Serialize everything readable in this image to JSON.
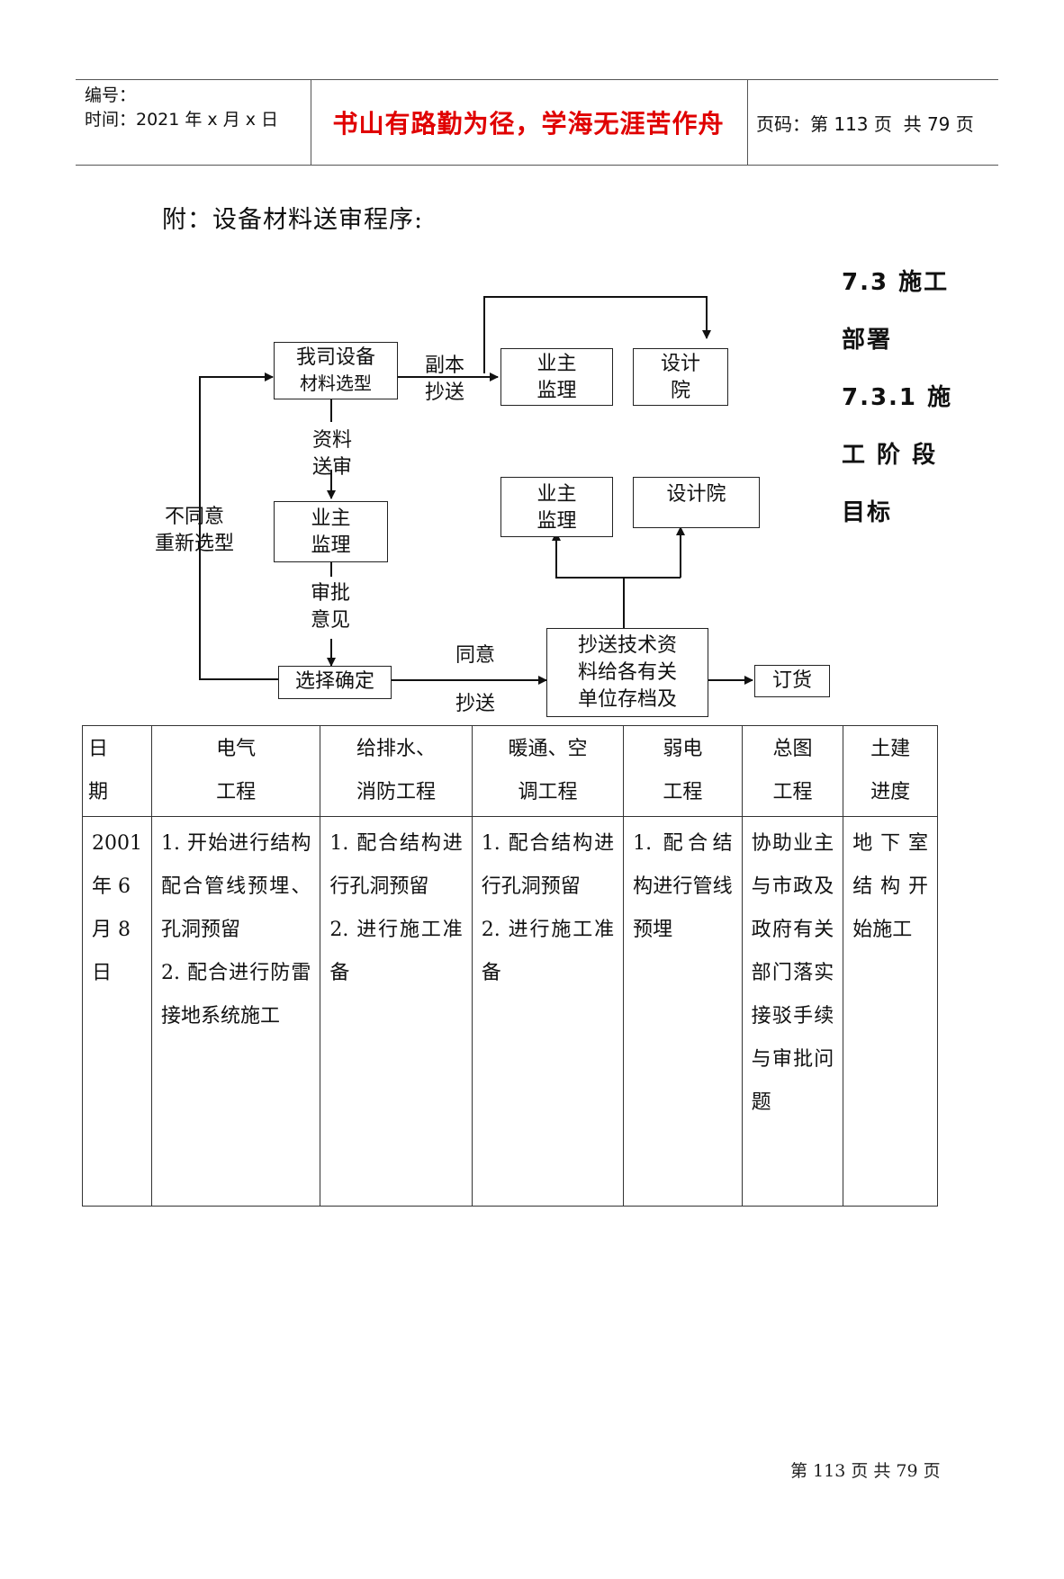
{
  "header": {
    "number_label": "编号：",
    "time_label": "时间：2021 年 x 月 x 日",
    "motto": "书山有路勤为径，学海无涯苦作舟",
    "page_code": "页码：第 113 页  共 79 页"
  },
  "appendix_title": "附：设备材料送审程序:",
  "side_heading": [
    "7.3 施工",
    "部署",
    "7.3.1 施",
    "工 阶 段",
    "目标"
  ],
  "flowchart": {
    "select": [
      "我司设备",
      "材料选型"
    ],
    "copy_label": [
      "副本",
      "抄送"
    ],
    "owner_supervisor_1": [
      "业主",
      "监理"
    ],
    "design_institute_1": [
      "设计",
      "院"
    ],
    "submit_label": [
      "资料",
      "送审"
    ],
    "owner_supervisor_2": [
      "业主",
      "监理"
    ],
    "disagree_label": [
      "不同意",
      "重新选型"
    ],
    "approval_label": [
      "审批",
      "意见"
    ],
    "decide": "选择确定",
    "agree_label": "同意",
    "copy_send_label": "抄送",
    "distribute": [
      "抄送技术资",
      "料给各有关",
      "单位存档及"
    ],
    "order": "订货",
    "owner_supervisor_3": [
      "业主",
      "监理"
    ],
    "design_institute_2": "设计院"
  },
  "table": {
    "headers": [
      [
        "日",
        "期"
      ],
      [
        "电气",
        "工程"
      ],
      [
        "给排水、",
        "消防工程"
      ],
      [
        "暖通、空",
        "调工程"
      ],
      [
        "弱电",
        "工程"
      ],
      [
        "总图",
        "工程"
      ],
      [
        "土建",
        "进度"
      ]
    ],
    "row": {
      "date": [
        "2001",
        "年 6",
        "月 8",
        "日"
      ],
      "electrical": [
        "1. 开始进行结构配合管线预埋、孔洞预留",
        "2. 配合进行防雷接地系统施工"
      ],
      "water": [
        "1. 配合结构进行孔洞预留",
        "2. 进行施工准备"
      ],
      "hvac": [
        "1. 配合结构进行孔洞预留",
        "2. 进行施工准备"
      ],
      "weak": [
        "1. 配合结构进行管线预埋"
      ],
      "general": "协助业主与市政及政府有关部门落实接驳手续与审批问题",
      "civil": "地下室结构开始施工"
    }
  },
  "footer": "第 113 页 共 79 页"
}
